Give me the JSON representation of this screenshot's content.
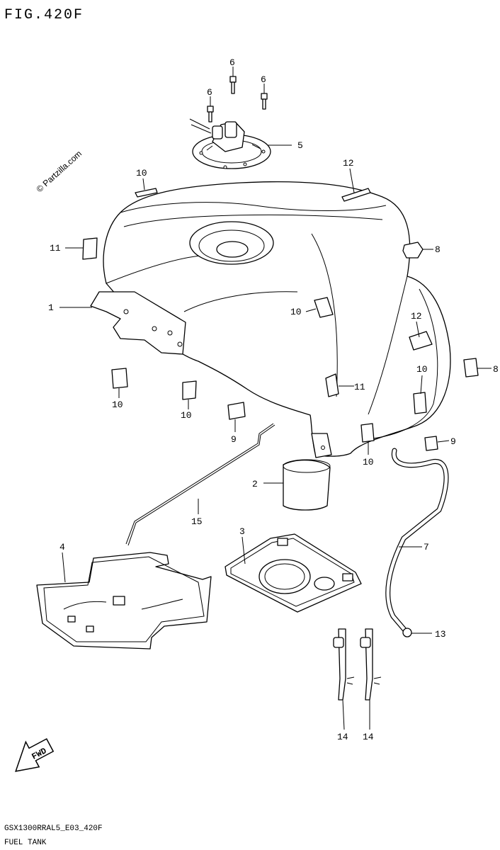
{
  "figure": {
    "title": "FIG.420F"
  },
  "watermark": "© Partzilla.com",
  "footer": {
    "code": "GSX1300RRAL5_E03_420F",
    "caption": "FUEL TANK"
  },
  "direction_badge": "FWD",
  "callouts": [
    {
      "id": "c6a",
      "label": "6"
    },
    {
      "id": "c6b",
      "label": "6"
    },
    {
      "id": "c6c",
      "label": "6"
    },
    {
      "id": "c5",
      "label": "5"
    },
    {
      "id": "c10a",
      "label": "10"
    },
    {
      "id": "c12a",
      "label": "12"
    },
    {
      "id": "c11a",
      "label": "11"
    },
    {
      "id": "c8a",
      "label": "8"
    },
    {
      "id": "c1",
      "label": "1"
    },
    {
      "id": "c10b",
      "label": "10"
    },
    {
      "id": "c12b",
      "label": "12"
    },
    {
      "id": "c10c",
      "label": "10"
    },
    {
      "id": "c8b",
      "label": "8"
    },
    {
      "id": "c11b",
      "label": "11"
    },
    {
      "id": "c10d",
      "label": "10"
    },
    {
      "id": "c10e",
      "label": "10"
    },
    {
      "id": "c9a",
      "label": "9"
    },
    {
      "id": "c10f",
      "label": "10"
    },
    {
      "id": "c9b",
      "label": "9"
    },
    {
      "id": "c2",
      "label": "2"
    },
    {
      "id": "c15",
      "label": "15"
    },
    {
      "id": "c4",
      "label": "4"
    },
    {
      "id": "c3",
      "label": "3"
    },
    {
      "id": "c7",
      "label": "7"
    },
    {
      "id": "c13",
      "label": "13"
    },
    {
      "id": "c14a",
      "label": "14"
    },
    {
      "id": "c14b",
      "label": "14"
    }
  ]
}
